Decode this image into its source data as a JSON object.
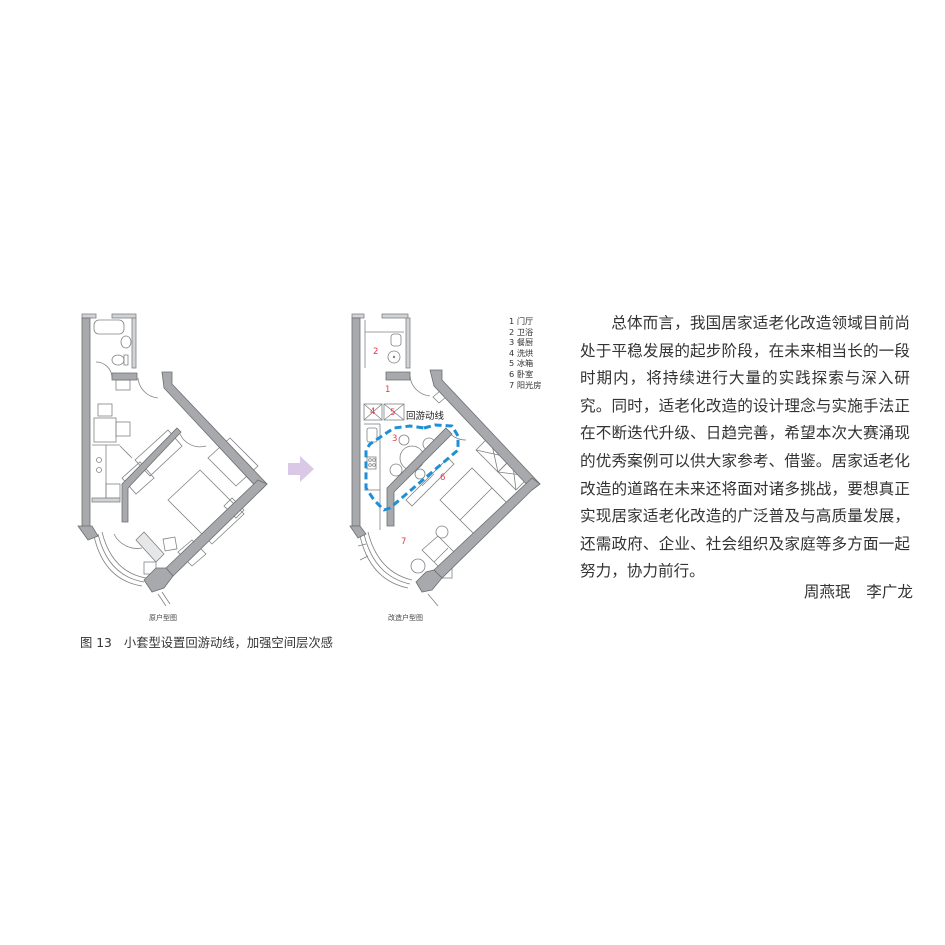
{
  "figure": {
    "number": "图 13",
    "caption": "小套型设置回游动线，加强空间层次感"
  },
  "plans": {
    "original": {
      "caption": "原户型图"
    },
    "modified": {
      "caption": "改造户型图"
    }
  },
  "arrow": {
    "icon": "right-arrow-icon",
    "color": "#d9c9e6"
  },
  "legend": {
    "items": [
      {
        "num": "1",
        "label": "门厅"
      },
      {
        "num": "2",
        "label": "卫浴"
      },
      {
        "num": "3",
        "label": "餐厨"
      },
      {
        "num": "4",
        "label": "洗烘"
      },
      {
        "num": "5",
        "label": "冰箱"
      },
      {
        "num": "6",
        "label": "卧室"
      },
      {
        "num": "7",
        "label": "阳光房"
      }
    ]
  },
  "route": {
    "label": "回游动线",
    "color": "#1f8fd6"
  },
  "room_numbers": {
    "r1": "1",
    "r2": "2",
    "r3": "3",
    "r4": "4",
    "r5": "5",
    "r6": "6",
    "r7": "7",
    "color": "#e8374a"
  },
  "colors": {
    "wall": "#a7a9ac",
    "wall_outline": "#6d6e71",
    "line": "#808285"
  },
  "article": {
    "paragraph": "总体而言，我国居家适老化改造领域目前尚处于平稳发展的起步阶段，在未来相当长的一段时期内，将持续进行大量的实践探索与深入研究。同时，适老化改造的设计理念与实施手法正在不断迭代升级、日趋完善，希望本次大赛涌现的优秀案例可以供大家参考、借鉴。居家适老化改造的道路在未来还将面对诸多挑战，要想真正实现居家适老化改造的广泛普及与高质量发展，还需政府、企业、社会组织及家庭等多方面一起努力，协力前行。",
    "authors": "周燕珉　李广龙"
  }
}
